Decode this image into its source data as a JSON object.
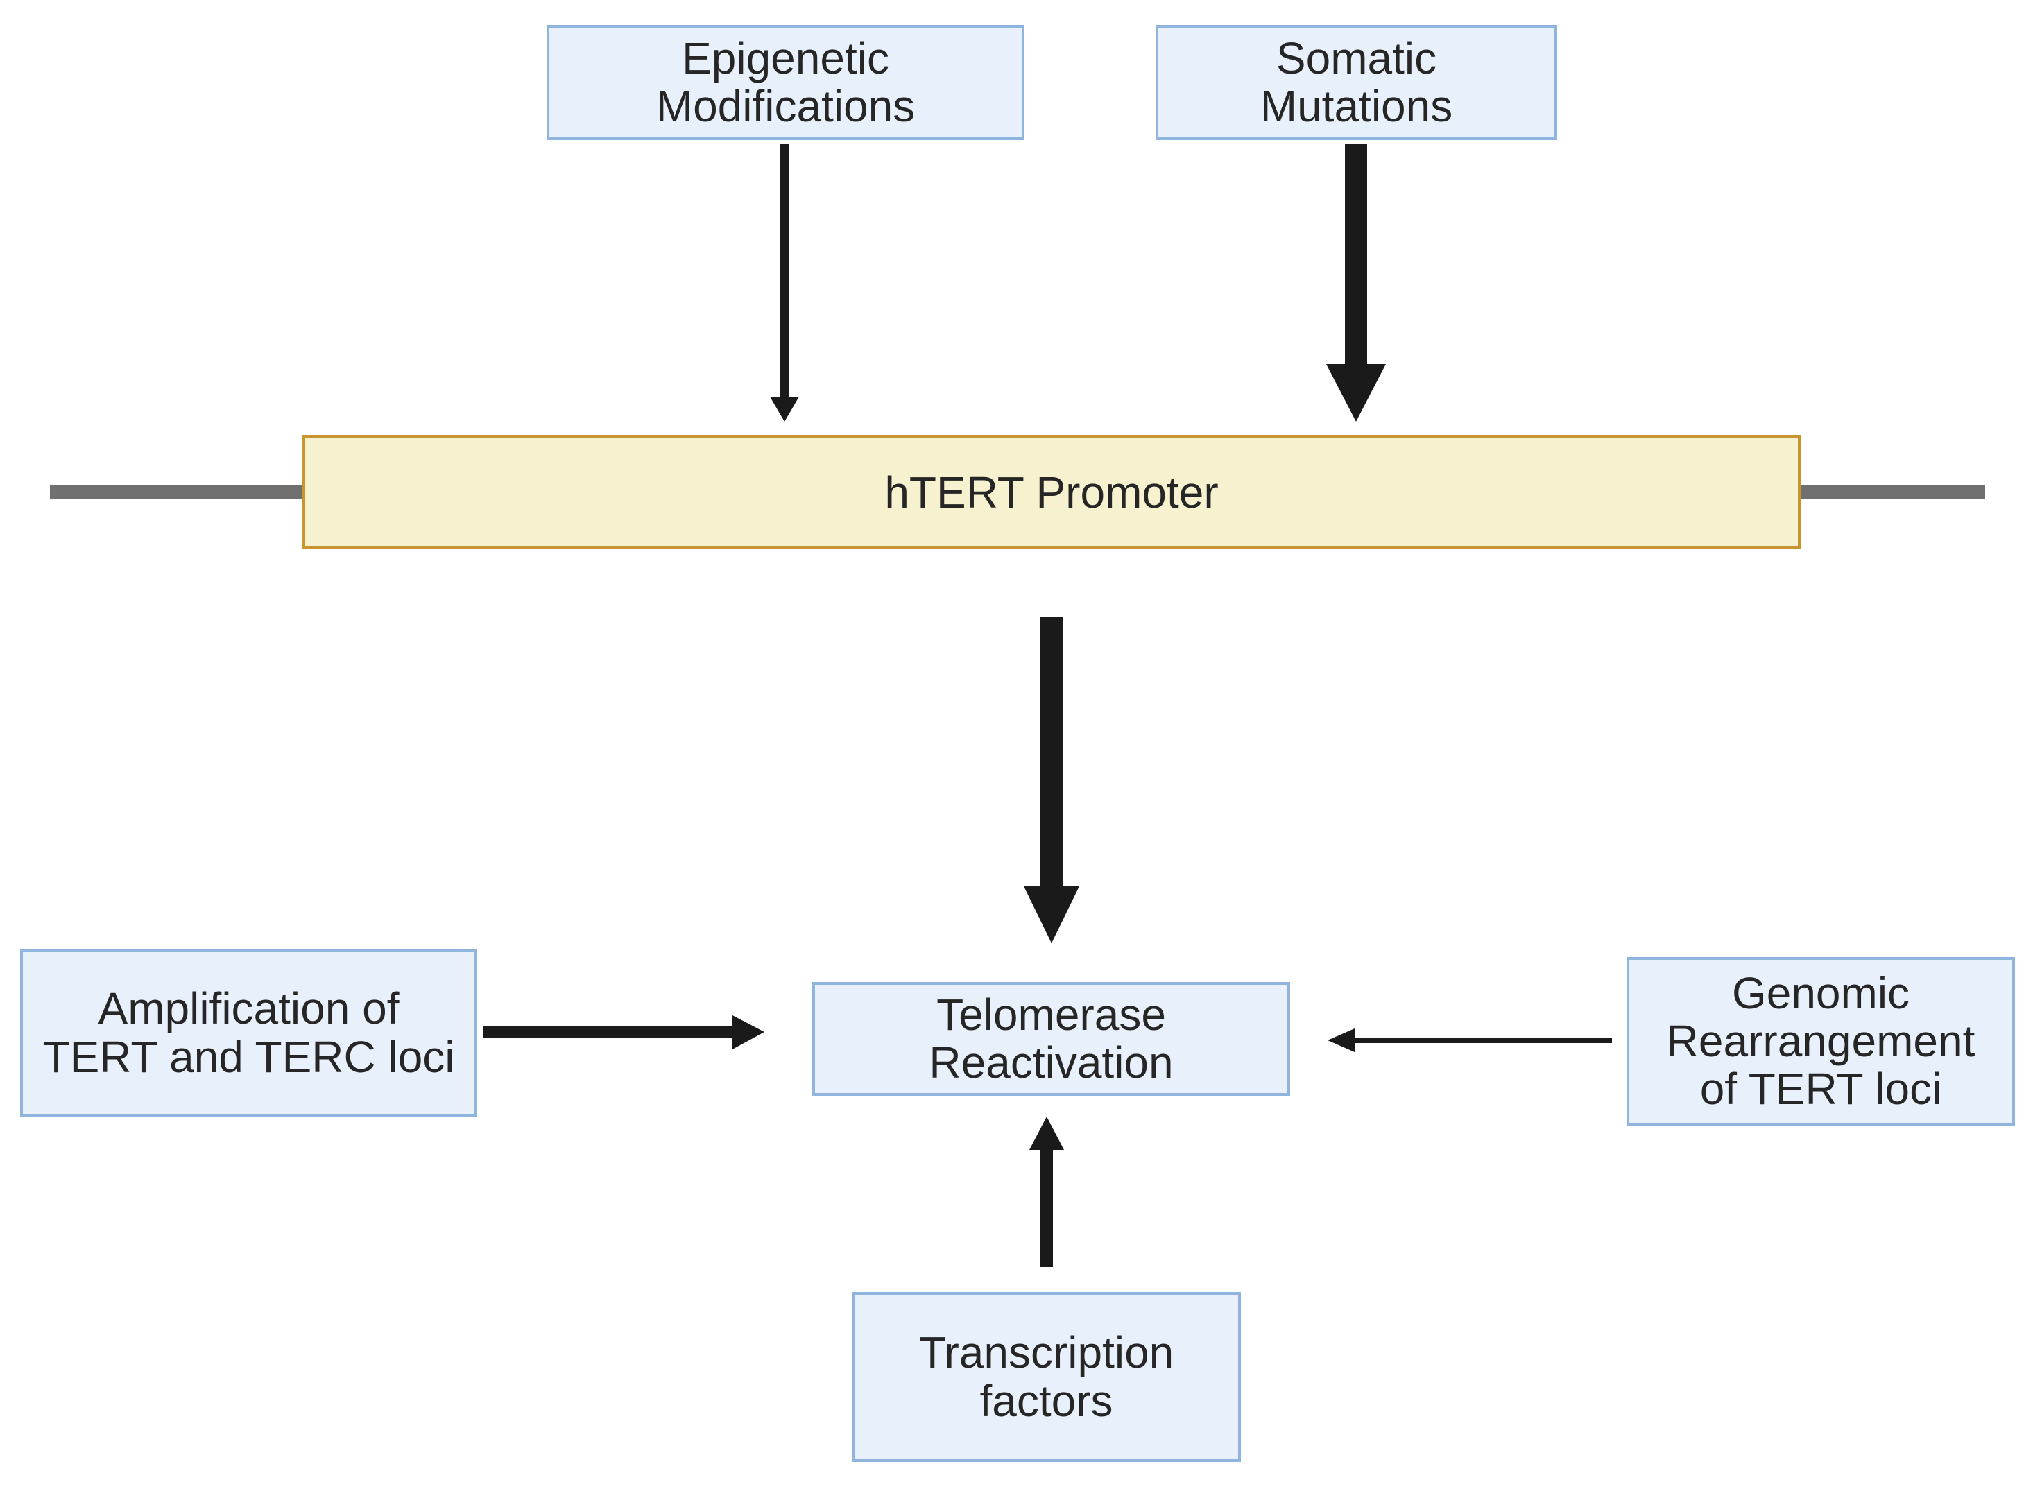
{
  "diagram": {
    "promoter": {
      "label": "hTERT Promoter"
    },
    "nodes": {
      "epigenetic": "Epigenetic\nModifications",
      "somatic": "Somatic\nMutations",
      "telomerase": "Telomerase\nReactivation",
      "amplification": "Amplification of\nTERT and TERC loci",
      "genomic": "Genomic\nRearrangement\nof TERT loci",
      "transcription": "Transcription\nfactors"
    },
    "colors": {
      "box_fill": "#e8f1fb",
      "box_border": "#8fb4dd",
      "promoter_fill": "#f6f2cf",
      "promoter_border": "#c8962d",
      "dna_line": "#707070",
      "arrow": "#1a1a1a"
    }
  }
}
